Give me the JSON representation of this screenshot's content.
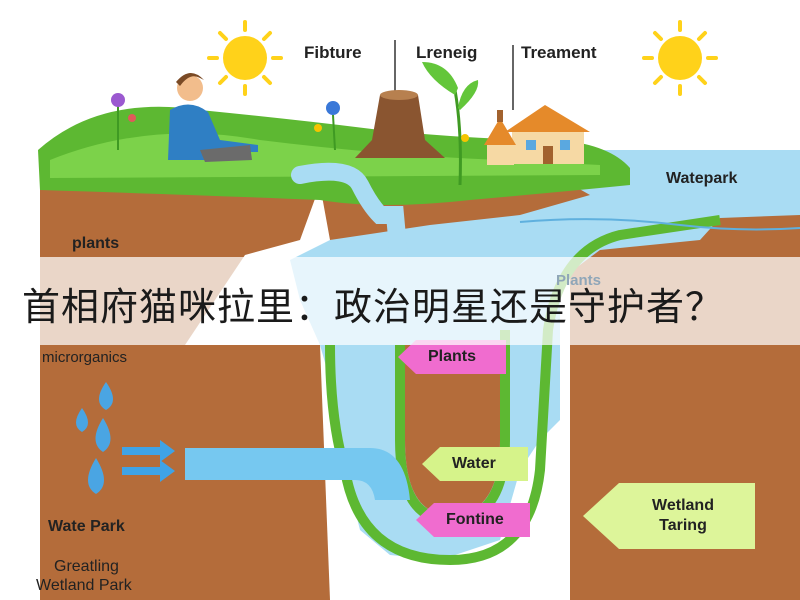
{
  "top_labels": {
    "left": "Fibture",
    "middle": "Lreneig",
    "right": "Treament"
  },
  "side_labels": {
    "watepark": "Watepark",
    "plants": "plants",
    "microrganics": "microrganics",
    "wate_park": "Wate Park",
    "greatling_1": "Greatling",
    "greatling_2": "Wetland Park"
  },
  "banner": {
    "text": "首相府猫咪拉里：政治明星还是守护者？",
    "faint_label": "Plants"
  },
  "tags": {
    "plants": "Plants",
    "water": "Water",
    "fontine": "Fontine",
    "wetland_1": "Wetland",
    "wetland_2": "Taring"
  },
  "icons": [
    "sun-icon",
    "sun-icon",
    "tree-stump-icon",
    "sprout-icon",
    "house-icon",
    "person-icon",
    "flower-icon",
    "water-drop-icon",
    "arrow-right-icon"
  ],
  "colors": {
    "water": "#a9dcf3",
    "soil": "#b8703e",
    "grass": "#5db832",
    "tag_pink": "#f06ccf",
    "tag_green": "#d6f38a"
  }
}
